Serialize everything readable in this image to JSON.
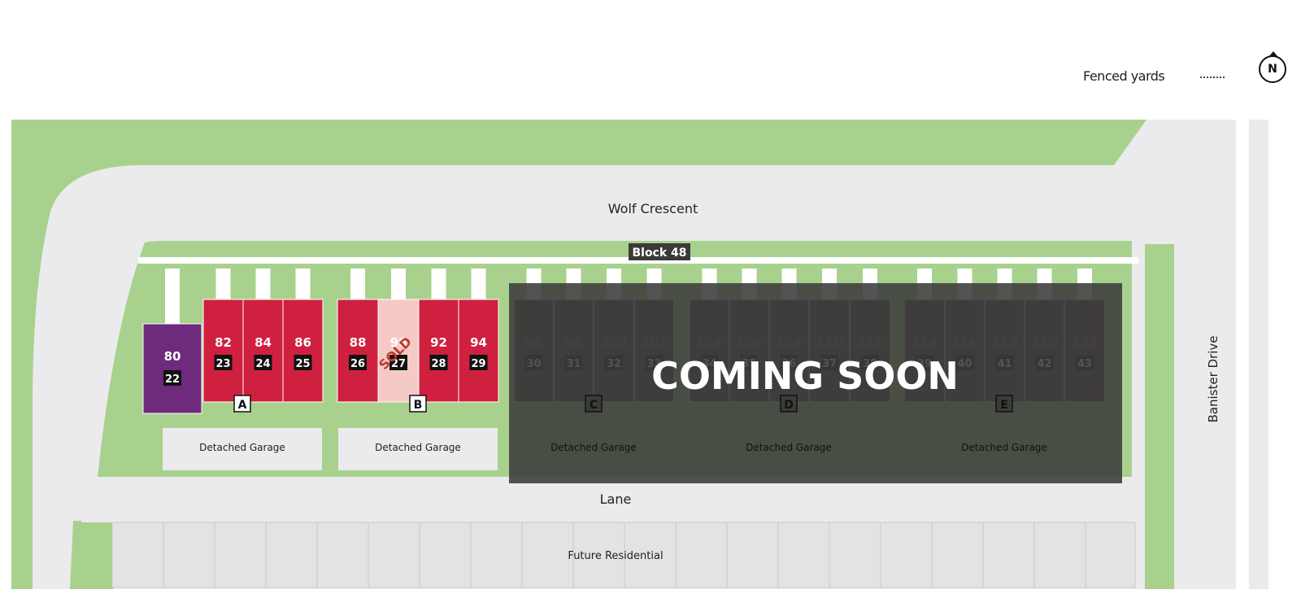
{
  "legend": {
    "fenced_yards_label": "Fenced yards",
    "compass_label": "N"
  },
  "map": {
    "street_top": "Wolf Crescent",
    "street_right": "Banister Drive",
    "lane": "Lane",
    "block_label": "Block 48",
    "future_residential": "Future Residential",
    "detached_garage": "Detached Garage",
    "coming_soon": "COMING SOON",
    "sold_stamp": "SOLD"
  },
  "colors": {
    "grass": "#a9d18e",
    "road": "#ebebed",
    "available_red": "#d0203f",
    "show_home_purple": "#6e2a7c",
    "sold_pink": "#f5c9c6",
    "unreleased_brown": "#5b4444",
    "overlay": "#3b3b3b"
  },
  "buildings": [
    {
      "id": "A"
    },
    {
      "id": "B"
    },
    {
      "id": "C"
    },
    {
      "id": "D"
    },
    {
      "id": "E"
    }
  ],
  "units": [
    {
      "address": "80",
      "lot": "22",
      "status": "show"
    },
    {
      "address": "82",
      "lot": "23",
      "status": "available"
    },
    {
      "address": "84",
      "lot": "24",
      "status": "available"
    },
    {
      "address": "86",
      "lot": "25",
      "status": "available"
    },
    {
      "address": "88",
      "lot": "26",
      "status": "available"
    },
    {
      "address": "90",
      "lot": "27",
      "status": "sold"
    },
    {
      "address": "92",
      "lot": "28",
      "status": "available"
    },
    {
      "address": "94",
      "lot": "29",
      "status": "available"
    },
    {
      "address": "96",
      "lot": "30",
      "status": "unreleased"
    },
    {
      "address": "98",
      "lot": "31",
      "status": "unreleased"
    },
    {
      "address": "100",
      "lot": "32",
      "status": "unreleased"
    },
    {
      "address": "102",
      "lot": "33",
      "status": "unreleased"
    },
    {
      "address": "104",
      "lot": "34",
      "status": "unreleased"
    },
    {
      "address": "106",
      "lot": "35",
      "status": "unreleased"
    },
    {
      "address": "108",
      "lot": "36",
      "status": "unreleased"
    },
    {
      "address": "110",
      "lot": "37",
      "status": "unreleased"
    },
    {
      "address": "112",
      "lot": "38",
      "status": "unreleased"
    },
    {
      "address": "114",
      "lot": "39",
      "status": "unreleased"
    },
    {
      "address": "116",
      "lot": "40",
      "status": "unreleased"
    },
    {
      "address": "118",
      "lot": "41",
      "status": "unreleased"
    },
    {
      "address": "120",
      "lot": "42",
      "status": "unreleased"
    },
    {
      "address": "122",
      "lot": "43",
      "status": "unreleased"
    }
  ]
}
